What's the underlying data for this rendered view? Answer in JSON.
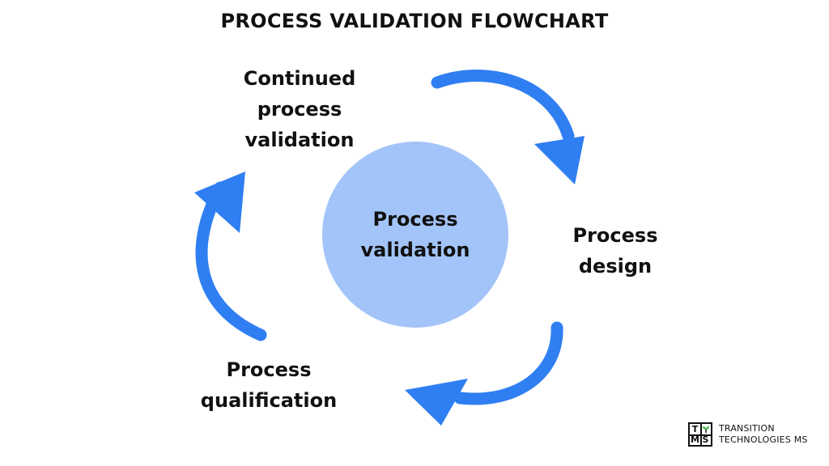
{
  "title": "PROCESS VALIDATION FLOWCHART",
  "center": {
    "line1": "Process",
    "line2": "validation",
    "color": "#a3c4f8"
  },
  "cycle_steps": [
    {
      "id": "continued",
      "lines": [
        "Continued",
        "process",
        "validation"
      ]
    },
    {
      "id": "design",
      "lines": [
        "Process",
        "design"
      ]
    },
    {
      "id": "qualification",
      "lines": [
        "Process",
        "qualification"
      ]
    }
  ],
  "arrow_color": "#2f7ff2",
  "logo": {
    "mark_cells": [
      "T",
      "",
      "M",
      "S"
    ],
    "mark_leaf_color": "#3db73f",
    "line1": "TRANSITION",
    "line2": "TECHNOLOGIES MS"
  }
}
